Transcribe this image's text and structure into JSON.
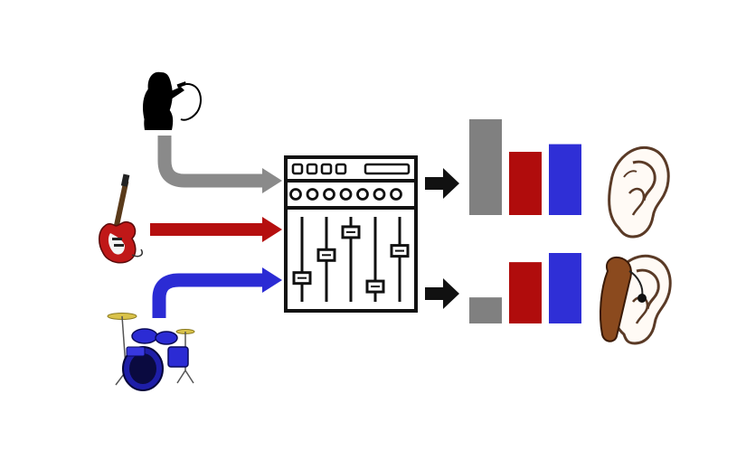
{
  "diagram": {
    "sources": [
      {
        "id": "vocals",
        "icon": "singer-silhouette-icon",
        "color": "#8a8a8a"
      },
      {
        "id": "guitar",
        "icon": "electric-guitar-icon",
        "color": "#b50f0f"
      },
      {
        "id": "drums",
        "icon": "drum-kit-icon",
        "color": "#2b2bd4"
      }
    ],
    "mixer": {
      "icon": "mixing-console-icon",
      "knobs": 7,
      "faders": 5,
      "fader_levels": [
        0.28,
        0.55,
        0.82,
        0.18,
        0.6
      ]
    },
    "outputs": [
      {
        "id": "normal-hearing",
        "listener_icon": "ear-icon",
        "mix_levels": [
          {
            "source": "vocals",
            "color": "#808080",
            "level": 1.0
          },
          {
            "source": "guitar",
            "color": "#b00c0c",
            "level": 0.66
          },
          {
            "source": "drums",
            "color": "#2f2fd6",
            "level": 0.74
          }
        ]
      },
      {
        "id": "hearing-aid",
        "listener_icon": "ear-with-hearing-aid-icon",
        "mix_levels": [
          {
            "source": "vocals",
            "color": "#808080",
            "level": 0.37
          },
          {
            "source": "guitar",
            "color": "#b00c0c",
            "level": 0.87
          },
          {
            "source": "drums",
            "color": "#2f2fd6",
            "level": 1.0
          }
        ]
      }
    ],
    "colors": {
      "outline": "#111111",
      "skin": "#8b4a1e"
    }
  }
}
